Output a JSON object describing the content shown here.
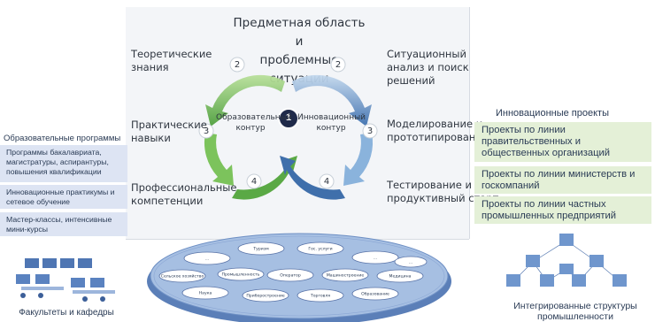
{
  "header": {
    "title_line1": "Предметная область и",
    "title_line2": "проблемные ситуации"
  },
  "center": {
    "number": "1"
  },
  "left_cycle": {
    "label_line1": "Образовательный",
    "label_line2": "контур",
    "color": "#7cc35c",
    "stages": [
      {
        "number": "2",
        "line1": "Теоретические",
        "line2": "знания"
      },
      {
        "number": "3",
        "line1": "Практические",
        "line2": "навыки"
      },
      {
        "number": "4",
        "line1": "Профессиональные",
        "line2": "компетенции"
      }
    ]
  },
  "right_cycle": {
    "label_line1": "Инновационный",
    "label_line2": "контур",
    "color": "#6c9ccf",
    "stages": [
      {
        "number": "2",
        "line1": "Ситуационный",
        "line2": "анализ и поиск",
        "line3": "решений"
      },
      {
        "number": "3",
        "line1": "Моделирование и",
        "line2": "прототипирование"
      },
      {
        "number": "4",
        "line1": "Тестирование и",
        "line2": "продуктивный старт"
      }
    ]
  },
  "left_panel": {
    "heading": "Образовательные программы",
    "items": [
      "Программы бакалавриата, магистратуры, аспирантуры, повышения квалификации",
      "Инновационные практикумы и сетевое обучение",
      "Мастер-классы, интенсивные мини-курсы"
    ],
    "caption": "Факультеты и кафедры"
  },
  "right_panel": {
    "heading": "Инновационные проекты",
    "items": [
      "Проекты по линии правительственных и общественных организаций",
      "Проекты по линии министерств и госкомпаний",
      "Проекты по линии частных промышленных предприятий"
    ],
    "caption_line1": "Интегрированные структуры",
    "caption_line2": "промышленности"
  },
  "platform": {
    "nodes": [
      "Туризм",
      "Гос. услуги",
      "...",
      "...",
      "Сельское хозяйство",
      "Промышленность",
      "Оператор",
      "Машиностроение",
      "Медицина",
      "Наука",
      "Приборостроение",
      "Торговля",
      "Образование",
      "..."
    ]
  }
}
